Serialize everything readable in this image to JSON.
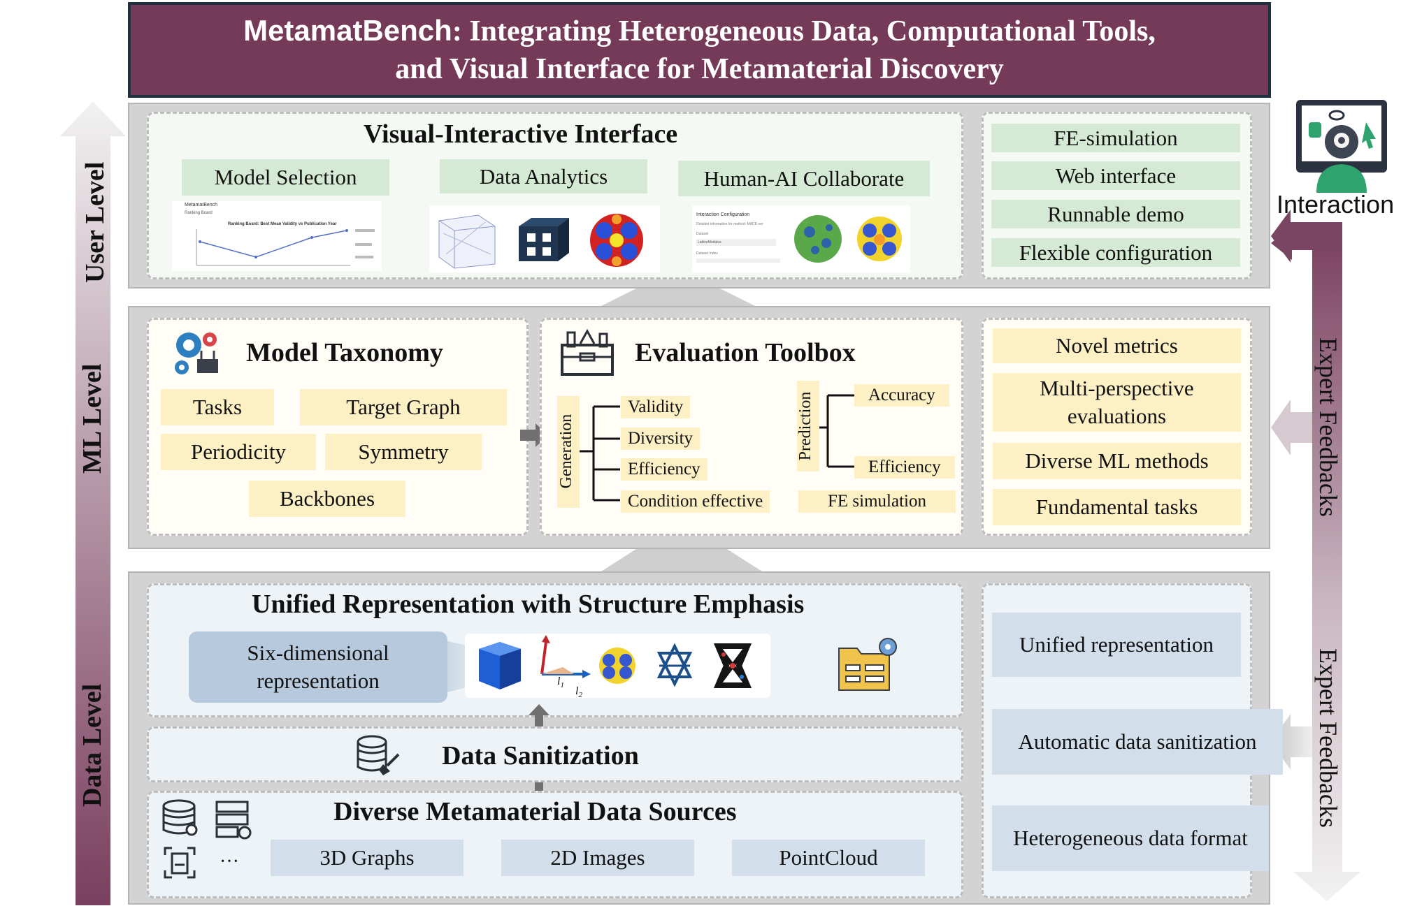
{
  "title": {
    "line1_prefix": "MetamatBench",
    "line1_rest": ": Integrating Heterogeneous Data, Computational Tools,",
    "line2": "and Visual Interface for Metamaterial Discovery"
  },
  "levels": {
    "user": "User Level",
    "ml": "ML Level",
    "data": "Data Level"
  },
  "user_level": {
    "panel_title": "Visual-Interactive Interface",
    "modules": [
      "Model Selection",
      "Data Analytics",
      "Human-AI Collaborate"
    ],
    "features": [
      "FE-simulation",
      "Web interface",
      "Runnable demo",
      "Flexible configuration"
    ],
    "screenshot_text": {
      "app_name": "MetamatBench",
      "sub": "Ranking Board",
      "chart_title": "Ranking Board: Best Mean Validity vs Publication Year",
      "config_title": "Interaction Configuration",
      "config_line": "Detailed information for method: MACE-ver",
      "field1": "Dataset",
      "field1_value": "LatticeModulus",
      "field2": "Dataset Index"
    }
  },
  "interaction": {
    "label": "Interaction",
    "icon": "user-monitor-icon"
  },
  "ml_level": {
    "taxonomy_title": "Model Taxonomy",
    "taxonomy_items": [
      "Tasks",
      "Target Graph",
      "Periodicity",
      "Symmetry",
      "Backbones"
    ],
    "toolbox_title": "Evaluation Toolbox",
    "generation_label": "Generation",
    "generation_items": [
      "Validity",
      "Diversity",
      "Efficiency",
      "Condition effective"
    ],
    "prediction_label": "Prediction",
    "prediction_items": [
      "Accuracy",
      "Efficiency"
    ],
    "fe_label": "FE simulation",
    "features": [
      "Novel metrics",
      "Multi-perspective evaluations",
      "Diverse ML methods",
      "Fundamental tasks"
    ]
  },
  "data_level": {
    "unified_title": "Unified Representation with Structure Emphasis",
    "six_dim": "Six-dimensional representation",
    "axis_l1": "l",
    "axis_l1_sub": "1",
    "axis_l2": "l",
    "axis_l2_sub": "2",
    "sanitization_title": "Data Sanitization",
    "sources_title": "Diverse Metamaterial Data Sources",
    "sources_ellipsis": "···",
    "source_types": [
      "3D Graphs",
      "2D Images",
      "PointCloud"
    ],
    "features": [
      "Unified representation",
      "Automatic data sanitization",
      "Heterogeneous data format"
    ]
  },
  "feedback": {
    "upper": "Expert Feedbacks",
    "lower": "Expert Feedbacks"
  },
  "colors": {
    "title_bg": "#743a57",
    "title_border": "#1f3140",
    "user_chip": "#d5ead4",
    "ml_chip": "#fcf0c4",
    "data_chip": "#d2dfeb",
    "frame": "#d3d3d3",
    "arrow_dark": "#7a4562"
  }
}
